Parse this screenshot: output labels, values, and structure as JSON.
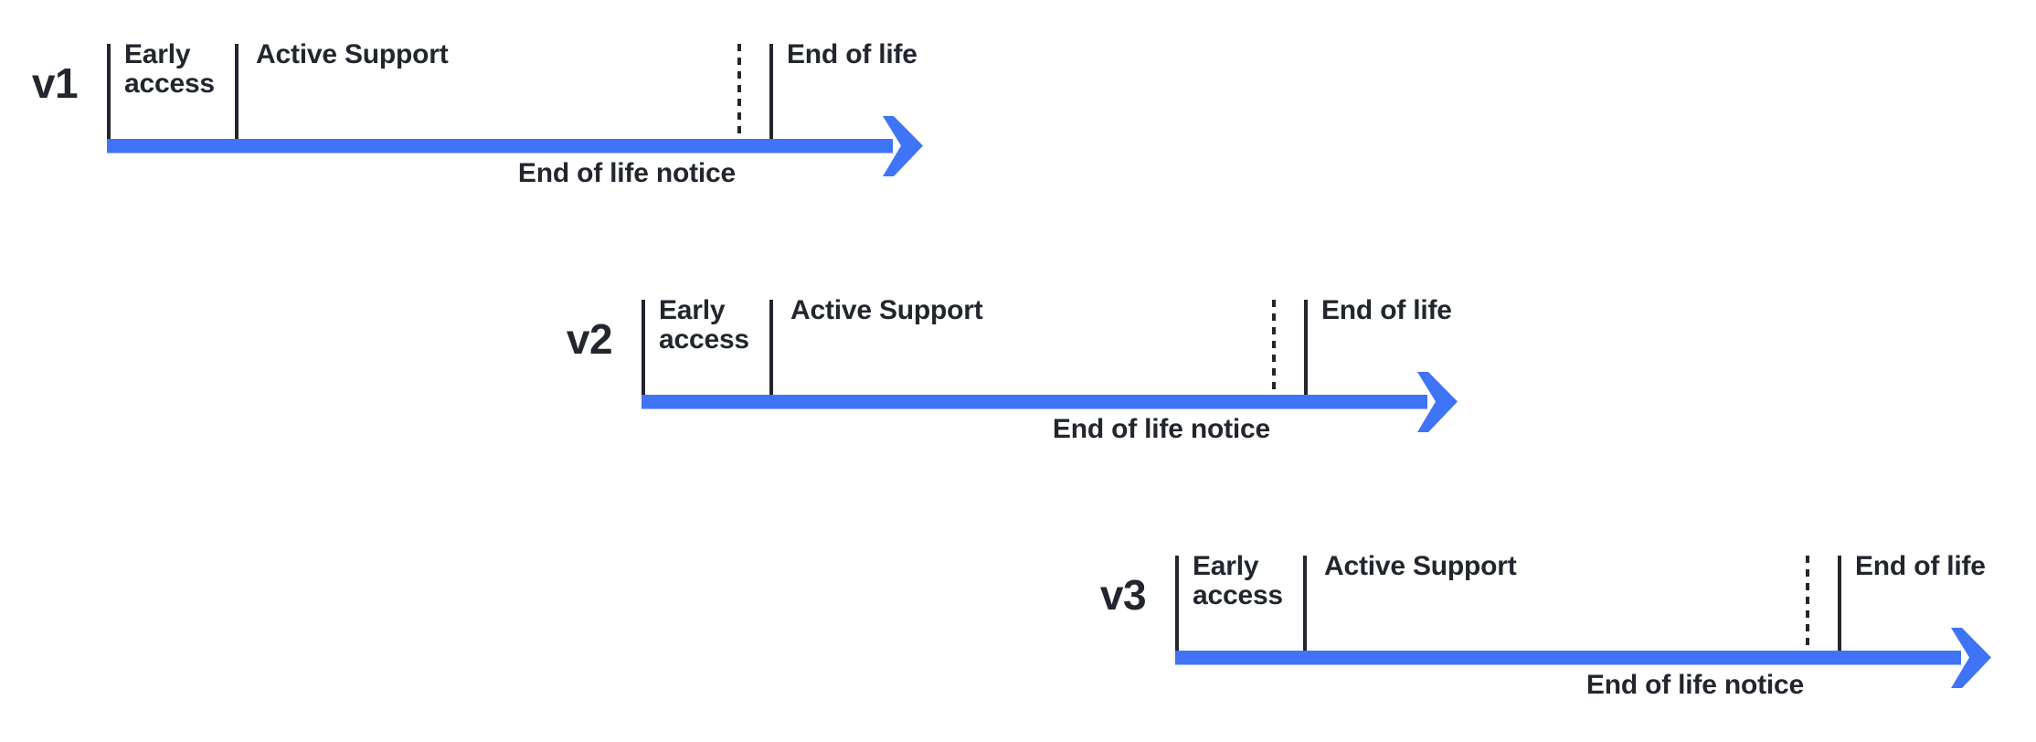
{
  "colors": {
    "arrow_blue": "#3E74F5",
    "ink": "#22262E",
    "background": "#FFFFFF"
  },
  "timelines": [
    {
      "version": "v1",
      "early_access_label": "Early access",
      "active_support_label": "Active Support",
      "end_of_life_label": "End of life",
      "eol_notice_label": "End of life notice"
    },
    {
      "version": "v2",
      "early_access_label": "Early access",
      "active_support_label": "Active Support",
      "end_of_life_label": "End of life",
      "eol_notice_label": "End of life notice"
    },
    {
      "version": "v3",
      "early_access_label": "Early access",
      "active_support_label": "Active Support",
      "end_of_life_label": "End of life",
      "eol_notice_label": "End of life notice"
    }
  ]
}
